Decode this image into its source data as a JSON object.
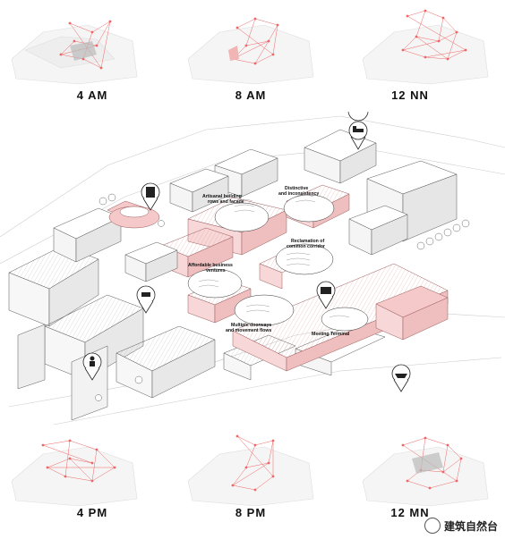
{
  "times": {
    "t4am": "4 AM",
    "t8am": "8 AM",
    "t12nn": "12 NN",
    "t4pm": "4 PM",
    "t8pm": "8 PM",
    "t12mn": "12 MN"
  },
  "callouts": {
    "c1": "Artisanal building\nrows and facade",
    "c2": "Distinctive\nand inconsistency",
    "c3": "Reclamation of\ncommon corridor",
    "c4": "Affordable business\nventures",
    "c5": "Multiple doorways\nand movement flows",
    "c6": "Meeting Terminal"
  },
  "watermark": "建筑自然台",
  "colors": {
    "accent": "#e88a8a",
    "accent_fill": "#f5c9c9",
    "line": "#555555"
  }
}
